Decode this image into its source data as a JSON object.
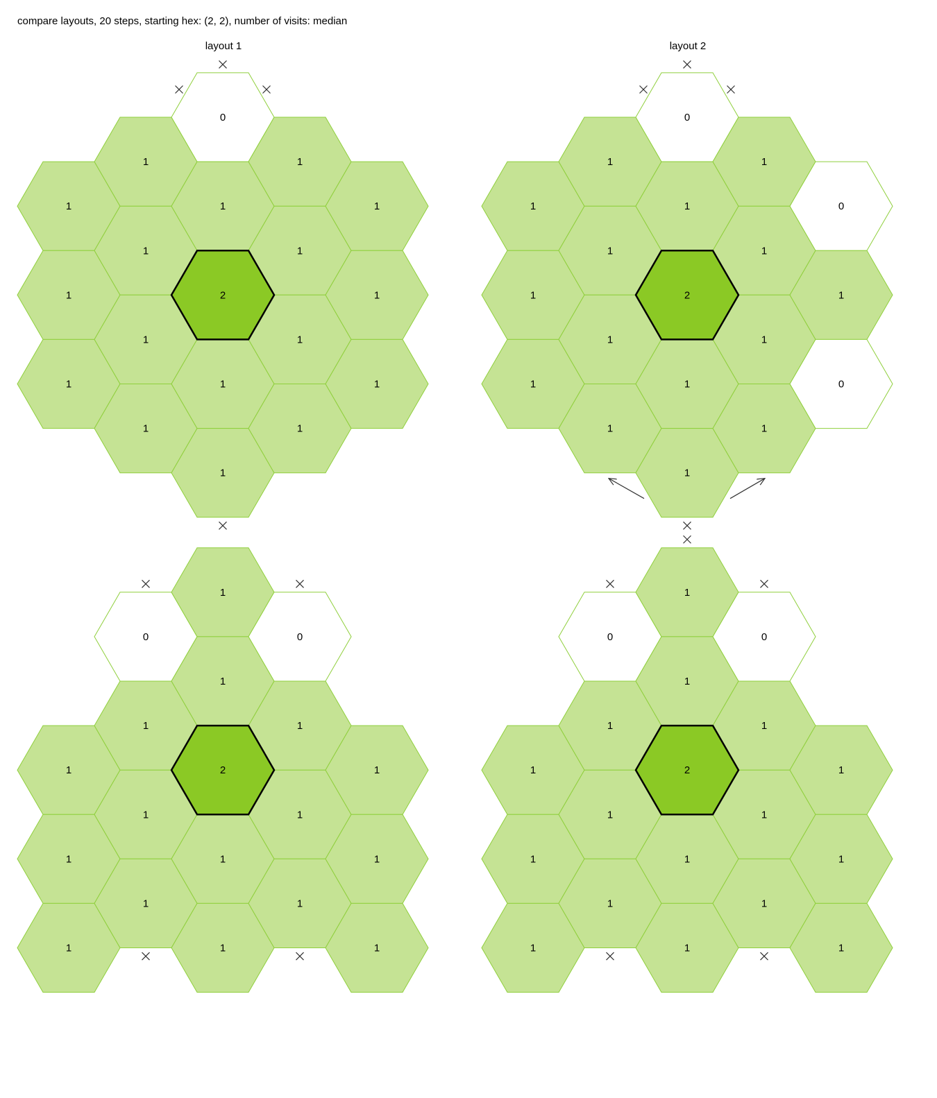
{
  "header": "compare layouts, 20 steps, starting hex: (2, 2), number of visits: median",
  "colors": {
    "visited_fill": "#c5e394",
    "visited_stroke": "#8fcf3c",
    "start_fill": "#8bc925",
    "start_stroke": "#000000",
    "empty_fill": "#ffffff",
    "empty_stroke": "#8fcf3c",
    "marker": "#333333"
  },
  "panels": [
    {
      "title": "layout 1",
      "hexes": [
        {
          "col": 0,
          "row": 1,
          "visits": "1"
        },
        {
          "col": 0,
          "row": 2,
          "visits": "1"
        },
        {
          "col": 0,
          "row": 3,
          "visits": "1"
        },
        {
          "col": 1,
          "row": 1,
          "visits": "1"
        },
        {
          "col": 1,
          "row": 2,
          "visits": "1"
        },
        {
          "col": 1,
          "row": 3,
          "visits": "1"
        },
        {
          "col": 1,
          "row": 4,
          "visits": "1"
        },
        {
          "col": 2,
          "row": 0,
          "visits": "0"
        },
        {
          "col": 2,
          "row": 1,
          "visits": "1"
        },
        {
          "col": 2,
          "row": 2,
          "visits": "2",
          "start": true
        },
        {
          "col": 2,
          "row": 3,
          "visits": "1"
        },
        {
          "col": 2,
          "row": 4,
          "visits": "1"
        },
        {
          "col": 3,
          "row": 1,
          "visits": "1"
        },
        {
          "col": 3,
          "row": 2,
          "visits": "1"
        },
        {
          "col": 3,
          "row": 3,
          "visits": "1"
        },
        {
          "col": 3,
          "row": 4,
          "visits": "1"
        },
        {
          "col": 4,
          "row": 1,
          "visits": "1"
        },
        {
          "col": 4,
          "row": 2,
          "visits": "1"
        },
        {
          "col": 4,
          "row": 3,
          "visits": "1"
        }
      ],
      "markers": [
        {
          "col": 2,
          "row": 0,
          "side": "top"
        },
        {
          "col": 2,
          "row": 0,
          "side": "upper-left"
        },
        {
          "col": 2,
          "row": 0,
          "side": "upper-right"
        },
        {
          "col": 2,
          "row": 4,
          "side": "bottom"
        }
      ],
      "arrows": []
    },
    {
      "title": "layout 2",
      "hexes": [
        {
          "col": 0,
          "row": 1,
          "visits": "1"
        },
        {
          "col": 0,
          "row": 2,
          "visits": "1"
        },
        {
          "col": 0,
          "row": 3,
          "visits": "1"
        },
        {
          "col": 1,
          "row": 1,
          "visits": "1"
        },
        {
          "col": 1,
          "row": 2,
          "visits": "1"
        },
        {
          "col": 1,
          "row": 3,
          "visits": "1"
        },
        {
          "col": 1,
          "row": 4,
          "visits": "1"
        },
        {
          "col": 2,
          "row": 0,
          "visits": "0"
        },
        {
          "col": 2,
          "row": 1,
          "visits": "1"
        },
        {
          "col": 2,
          "row": 2,
          "visits": "2",
          "start": true
        },
        {
          "col": 2,
          "row": 3,
          "visits": "1"
        },
        {
          "col": 2,
          "row": 4,
          "visits": "1"
        },
        {
          "col": 3,
          "row": 1,
          "visits": "1"
        },
        {
          "col": 3,
          "row": 2,
          "visits": "1"
        },
        {
          "col": 3,
          "row": 3,
          "visits": "1"
        },
        {
          "col": 3,
          "row": 4,
          "visits": "1"
        },
        {
          "col": 4,
          "row": 1,
          "visits": "0"
        },
        {
          "col": 4,
          "row": 2,
          "visits": "1"
        },
        {
          "col": 4,
          "row": 3,
          "visits": "0"
        }
      ],
      "markers": [
        {
          "col": 2,
          "row": 0,
          "side": "top"
        },
        {
          "col": 2,
          "row": 0,
          "side": "upper-left"
        },
        {
          "col": 2,
          "row": 0,
          "side": "upper-right"
        },
        {
          "col": 2,
          "row": 4,
          "side": "bottom"
        }
      ],
      "arrows": [
        {
          "col": 2,
          "row": 4,
          "side": "lower-left"
        },
        {
          "col": 2,
          "row": 4,
          "side": "lower-right"
        }
      ]
    },
    {
      "title": "layout 3",
      "hexes": [
        {
          "col": 0,
          "row": 1,
          "visits": "1"
        },
        {
          "col": 0,
          "row": 2,
          "visits": "1"
        },
        {
          "col": 0,
          "row": 3,
          "visits": "1"
        },
        {
          "col": 1,
          "row": 0,
          "visits": "0"
        },
        {
          "col": 1,
          "row": 1,
          "visits": "1"
        },
        {
          "col": 1,
          "row": 2,
          "visits": "1"
        },
        {
          "col": 1,
          "row": 3,
          "visits": "1"
        },
        {
          "col": 2,
          "row": -1,
          "visits": "1"
        },
        {
          "col": 2,
          "row": 0,
          "visits": "1"
        },
        {
          "col": 2,
          "row": 1,
          "visits": "2",
          "start": true
        },
        {
          "col": 2,
          "row": 2,
          "visits": "1"
        },
        {
          "col": 2,
          "row": 3,
          "visits": "1"
        },
        {
          "col": 3,
          "row": 0,
          "visits": "0"
        },
        {
          "col": 3,
          "row": 1,
          "visits": "1"
        },
        {
          "col": 3,
          "row": 2,
          "visits": "1"
        },
        {
          "col": 3,
          "row": 3,
          "visits": "1"
        },
        {
          "col": 4,
          "row": 1,
          "visits": "1"
        },
        {
          "col": 4,
          "row": 2,
          "visits": "1"
        },
        {
          "col": 4,
          "row": 3,
          "visits": "1"
        }
      ],
      "markers": [
        {
          "col": 1,
          "row": 0,
          "side": "top"
        },
        {
          "col": 3,
          "row": 0,
          "side": "top"
        },
        {
          "col": 1,
          "row": 3,
          "side": "bottom"
        },
        {
          "col": 3,
          "row": 3,
          "side": "bottom"
        }
      ],
      "arrows": []
    },
    {
      "title": "layout 4",
      "hexes": [
        {
          "col": 0,
          "row": 1,
          "visits": "1"
        },
        {
          "col": 0,
          "row": 2,
          "visits": "1"
        },
        {
          "col": 0,
          "row": 3,
          "visits": "1"
        },
        {
          "col": 1,
          "row": 0,
          "visits": "0"
        },
        {
          "col": 1,
          "row": 1,
          "visits": "1"
        },
        {
          "col": 1,
          "row": 2,
          "visits": "1"
        },
        {
          "col": 1,
          "row": 3,
          "visits": "1"
        },
        {
          "col": 2,
          "row": -1,
          "visits": "1"
        },
        {
          "col": 2,
          "row": 0,
          "visits": "1"
        },
        {
          "col": 2,
          "row": 1,
          "visits": "2",
          "start": true
        },
        {
          "col": 2,
          "row": 2,
          "visits": "1"
        },
        {
          "col": 2,
          "row": 3,
          "visits": "1"
        },
        {
          "col": 3,
          "row": 0,
          "visits": "0"
        },
        {
          "col": 3,
          "row": 1,
          "visits": "1"
        },
        {
          "col": 3,
          "row": 2,
          "visits": "1"
        },
        {
          "col": 3,
          "row": 3,
          "visits": "1"
        },
        {
          "col": 4,
          "row": 1,
          "visits": "1"
        },
        {
          "col": 4,
          "row": 2,
          "visits": "1"
        },
        {
          "col": 4,
          "row": 3,
          "visits": "1"
        }
      ],
      "markers": [
        {
          "col": 2,
          "row": -1,
          "side": "top"
        },
        {
          "col": 1,
          "row": 0,
          "side": "top"
        },
        {
          "col": 3,
          "row": 0,
          "side": "top"
        },
        {
          "col": 1,
          "row": 3,
          "side": "bottom"
        },
        {
          "col": 3,
          "row": 3,
          "side": "bottom"
        }
      ],
      "arrows": []
    }
  ]
}
